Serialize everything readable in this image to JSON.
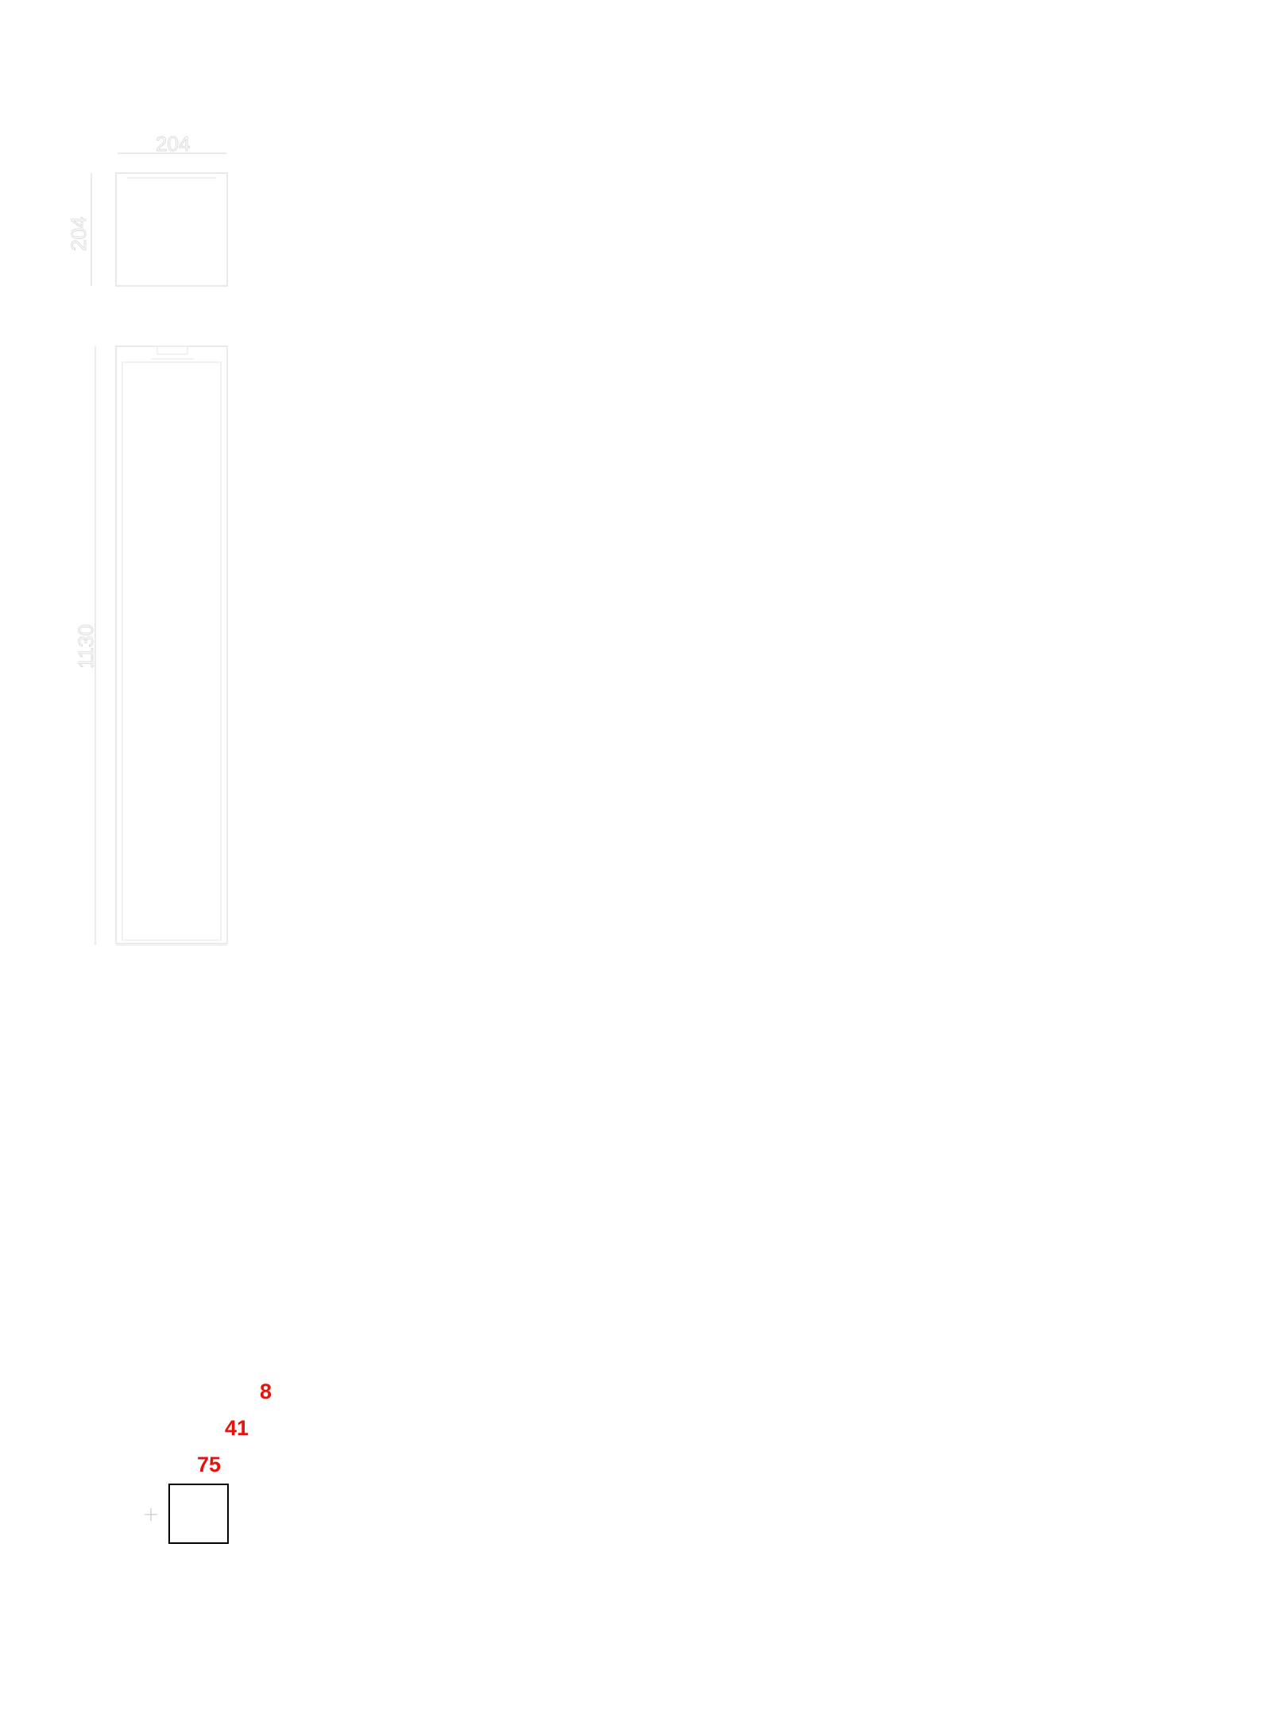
{
  "top_view": {
    "width_label": "204",
    "height_label": "204"
  },
  "front_view": {
    "height_label": "1130"
  },
  "markers": [
    "8",
    "41",
    "75"
  ],
  "colors": {
    "marker": "#e8120c",
    "outline": "#000000",
    "faint_line": "#e4e4e4"
  }
}
